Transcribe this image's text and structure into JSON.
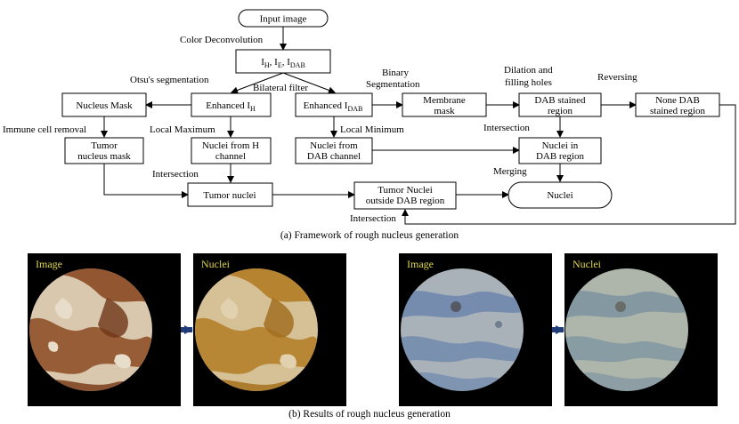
{
  "framework": {
    "nodes": {
      "input": "Input image",
      "ihed": {
        "base": "I",
        "subs": [
          "H",
          "E",
          "DAB"
        ]
      },
      "enh_h": {
        "base": "Enhanced I",
        "sub": "H"
      },
      "enh_dab": {
        "base": "Enhanced I",
        "sub": "DAB"
      },
      "nucleus_mask": "Nucleus Mask",
      "membrane_mask": [
        "Membrane",
        "mask"
      ],
      "dab_region": [
        "DAB stained",
        "region"
      ],
      "none_dab": [
        "None DAB",
        "stained region"
      ],
      "tumor_mask": [
        "Tumor",
        "nucleus mask"
      ],
      "nuclei_h": [
        "Nuclei from H",
        "channel"
      ],
      "nuclei_dab_channel": [
        "Nuclei from",
        "DAB channel"
      ],
      "nuclei_in_dab": [
        "Nuclei in",
        "DAB region"
      ],
      "tumor_nuclei": "Tumor nuclei",
      "tumor_outside": [
        "Tumor Nuclei",
        "outside DAB region"
      ],
      "nuclei": "Nuclei"
    },
    "labels": {
      "color_deconv": "Color Deconvolution",
      "otsu": "Otsu's segmentation",
      "bilateral": "Bilateral filter",
      "binary_seg": [
        "Binary",
        "Segmentation"
      ],
      "dilation": [
        "Dilation and",
        "filling holes"
      ],
      "reversing": "Reversing",
      "immune": "Immune cell removal",
      "local_max": "Local Maximum",
      "local_min": "Local Minimum",
      "intersection_1": "Intersection",
      "intersection_2": "Intersection",
      "intersection_3": "Intersection",
      "merging": "Merging"
    },
    "caption": "(a) Framework of rough nucleus generation"
  },
  "results": {
    "panels": [
      {
        "title": "Image",
        "stain": "brown"
      },
      {
        "title": "Nuclei",
        "stain": "brown"
      },
      {
        "title": "Image",
        "stain": "blue"
      },
      {
        "title": "Nuclei",
        "stain": "blue"
      }
    ],
    "caption": "(b) Results of rough nucleus generation"
  },
  "colors": {
    "arrow_blue": "#1f3b78",
    "title_yellow": "#e0d84a",
    "brown_bg": "#d9c7ae",
    "brown_tissue": "#8a4a22",
    "nuclei_yellow": "#c9a12a",
    "blue_bg": "#a9b2b9",
    "blue_tissue": "#4a6ea6"
  }
}
